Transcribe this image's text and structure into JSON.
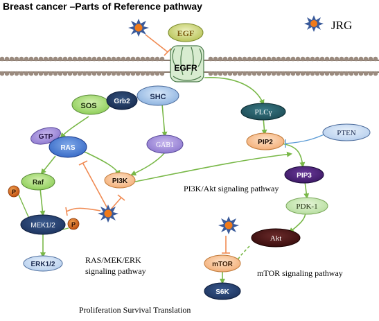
{
  "title": "Breast cancer –Parts of Reference pathway",
  "legend": {
    "label": "JRG",
    "icon": "starburst-icon"
  },
  "nodes": {
    "egf": "EGF",
    "egfr": "EGFR",
    "shc": "SHC",
    "grb2": "Grb2",
    "sos": "SOS",
    "gtp": "GTP",
    "ras": "RAS",
    "raf": "Raf",
    "p1": "P",
    "p2": "P",
    "mek": "MEK1/2",
    "erk": "ERK1/2",
    "gab1": "GAB1",
    "pi3k": "PI3K",
    "plcg": "PLCγ",
    "pip2": "PIP2",
    "pten": "PTEN",
    "pip3": "PIP3",
    "pdk1": "PDK-1",
    "akt": "Akt",
    "mtor": "mTOR",
    "s6k": "S6K"
  },
  "labels": {
    "pi3k_pathway": "PI3K/Akt signaling pathway",
    "ras_pathway_line1": "RAS/MEK/ERK",
    "ras_pathway_line2": "signaling pathway",
    "mtor_pathway": "mTOR signaling pathway",
    "outcomes": "Proliferation Survival  Translation"
  },
  "colors": {
    "activation": "#79b848",
    "inhibition": "#f08a52",
    "pten_inhibition": "#5b9bd5",
    "starburst": "#3a5a9a",
    "starburst_core": "#f07a1a",
    "membrane": "#8a7a6e"
  }
}
